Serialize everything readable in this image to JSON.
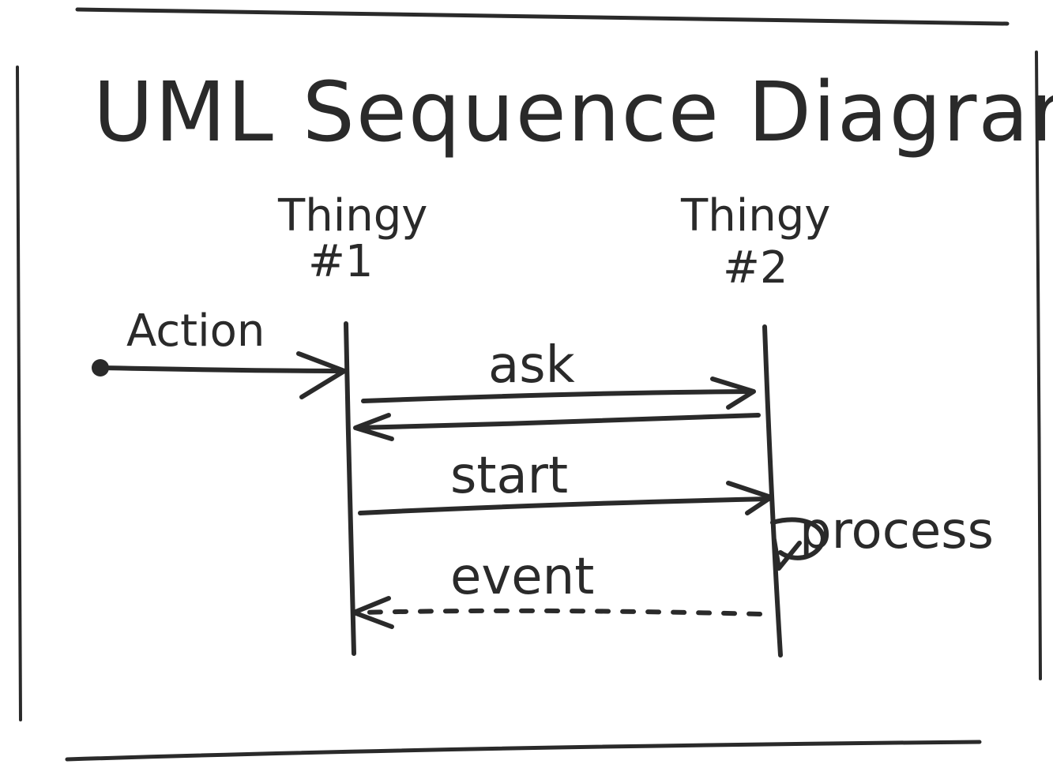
{
  "diagram": {
    "title": "UML Sequence Diagram",
    "participants": [
      {
        "name_line1": "Thingy",
        "name_line2": "#1"
      },
      {
        "name_line1": "Thingy",
        "name_line2": "#2"
      }
    ],
    "messages": [
      {
        "label": "Action",
        "from": "start-point",
        "to": "participant-1",
        "style": "solid"
      },
      {
        "label": "ask",
        "from": "participant-1",
        "to": "participant-2",
        "style": "solid"
      },
      {
        "label": "",
        "from": "participant-2",
        "to": "participant-1",
        "style": "solid"
      },
      {
        "label": "start",
        "from": "participant-1",
        "to": "participant-2",
        "style": "solid"
      },
      {
        "label": "process",
        "from": "participant-2",
        "to": "participant-2",
        "style": "self"
      },
      {
        "label": "event",
        "from": "participant-2",
        "to": "participant-1",
        "style": "dashed"
      }
    ],
    "ink_color": "#2a2a2a"
  }
}
